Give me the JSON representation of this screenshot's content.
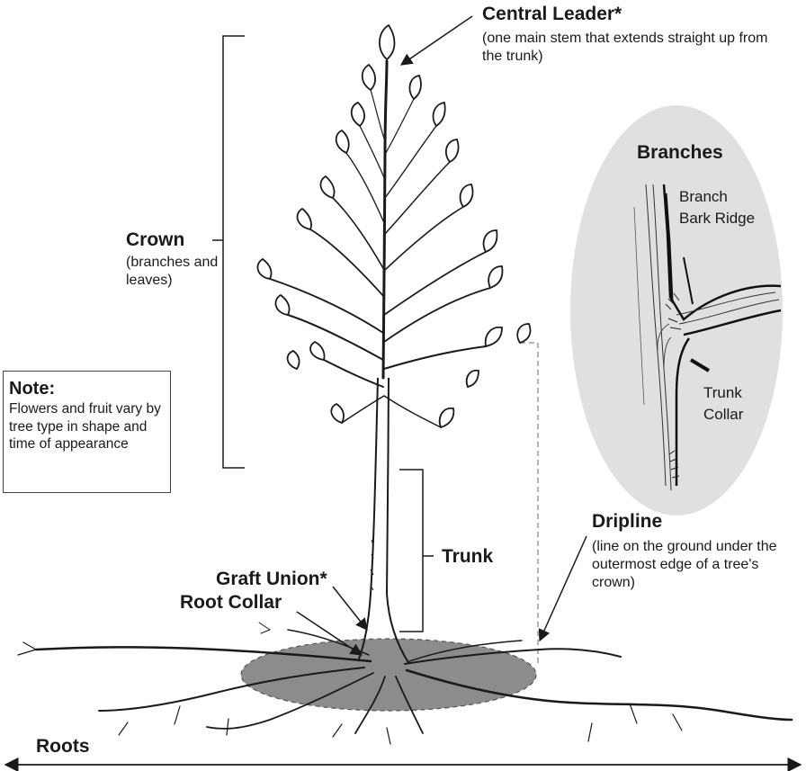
{
  "labels": {
    "central_leader": "Central Leader*",
    "central_leader_desc": "(one main stem that extends straight up from the trunk)",
    "crown": "Crown",
    "crown_desc": "(branches and leaves)",
    "note_title": "Note:",
    "note_text": "Flowers and fruit vary by tree type in shape and time of appearance",
    "branches": "Branches",
    "branch_bark_ridge": "Branch Bark Ridge",
    "trunk_collar": "Trunk Collar",
    "trunk": "Trunk",
    "graft_union": "Graft Union*",
    "root_collar": "Root Collar",
    "dripline": "Dripline",
    "dripline_desc": "(line on the ground under the outermost edge of a tree's crown)",
    "roots": "Roots"
  },
  "colors": {
    "ink": "#1a1a1a",
    "inset_fill": "#e0e0e0",
    "dripline_fill": "#8c8c8c",
    "dash": "#9a9a9a"
  }
}
